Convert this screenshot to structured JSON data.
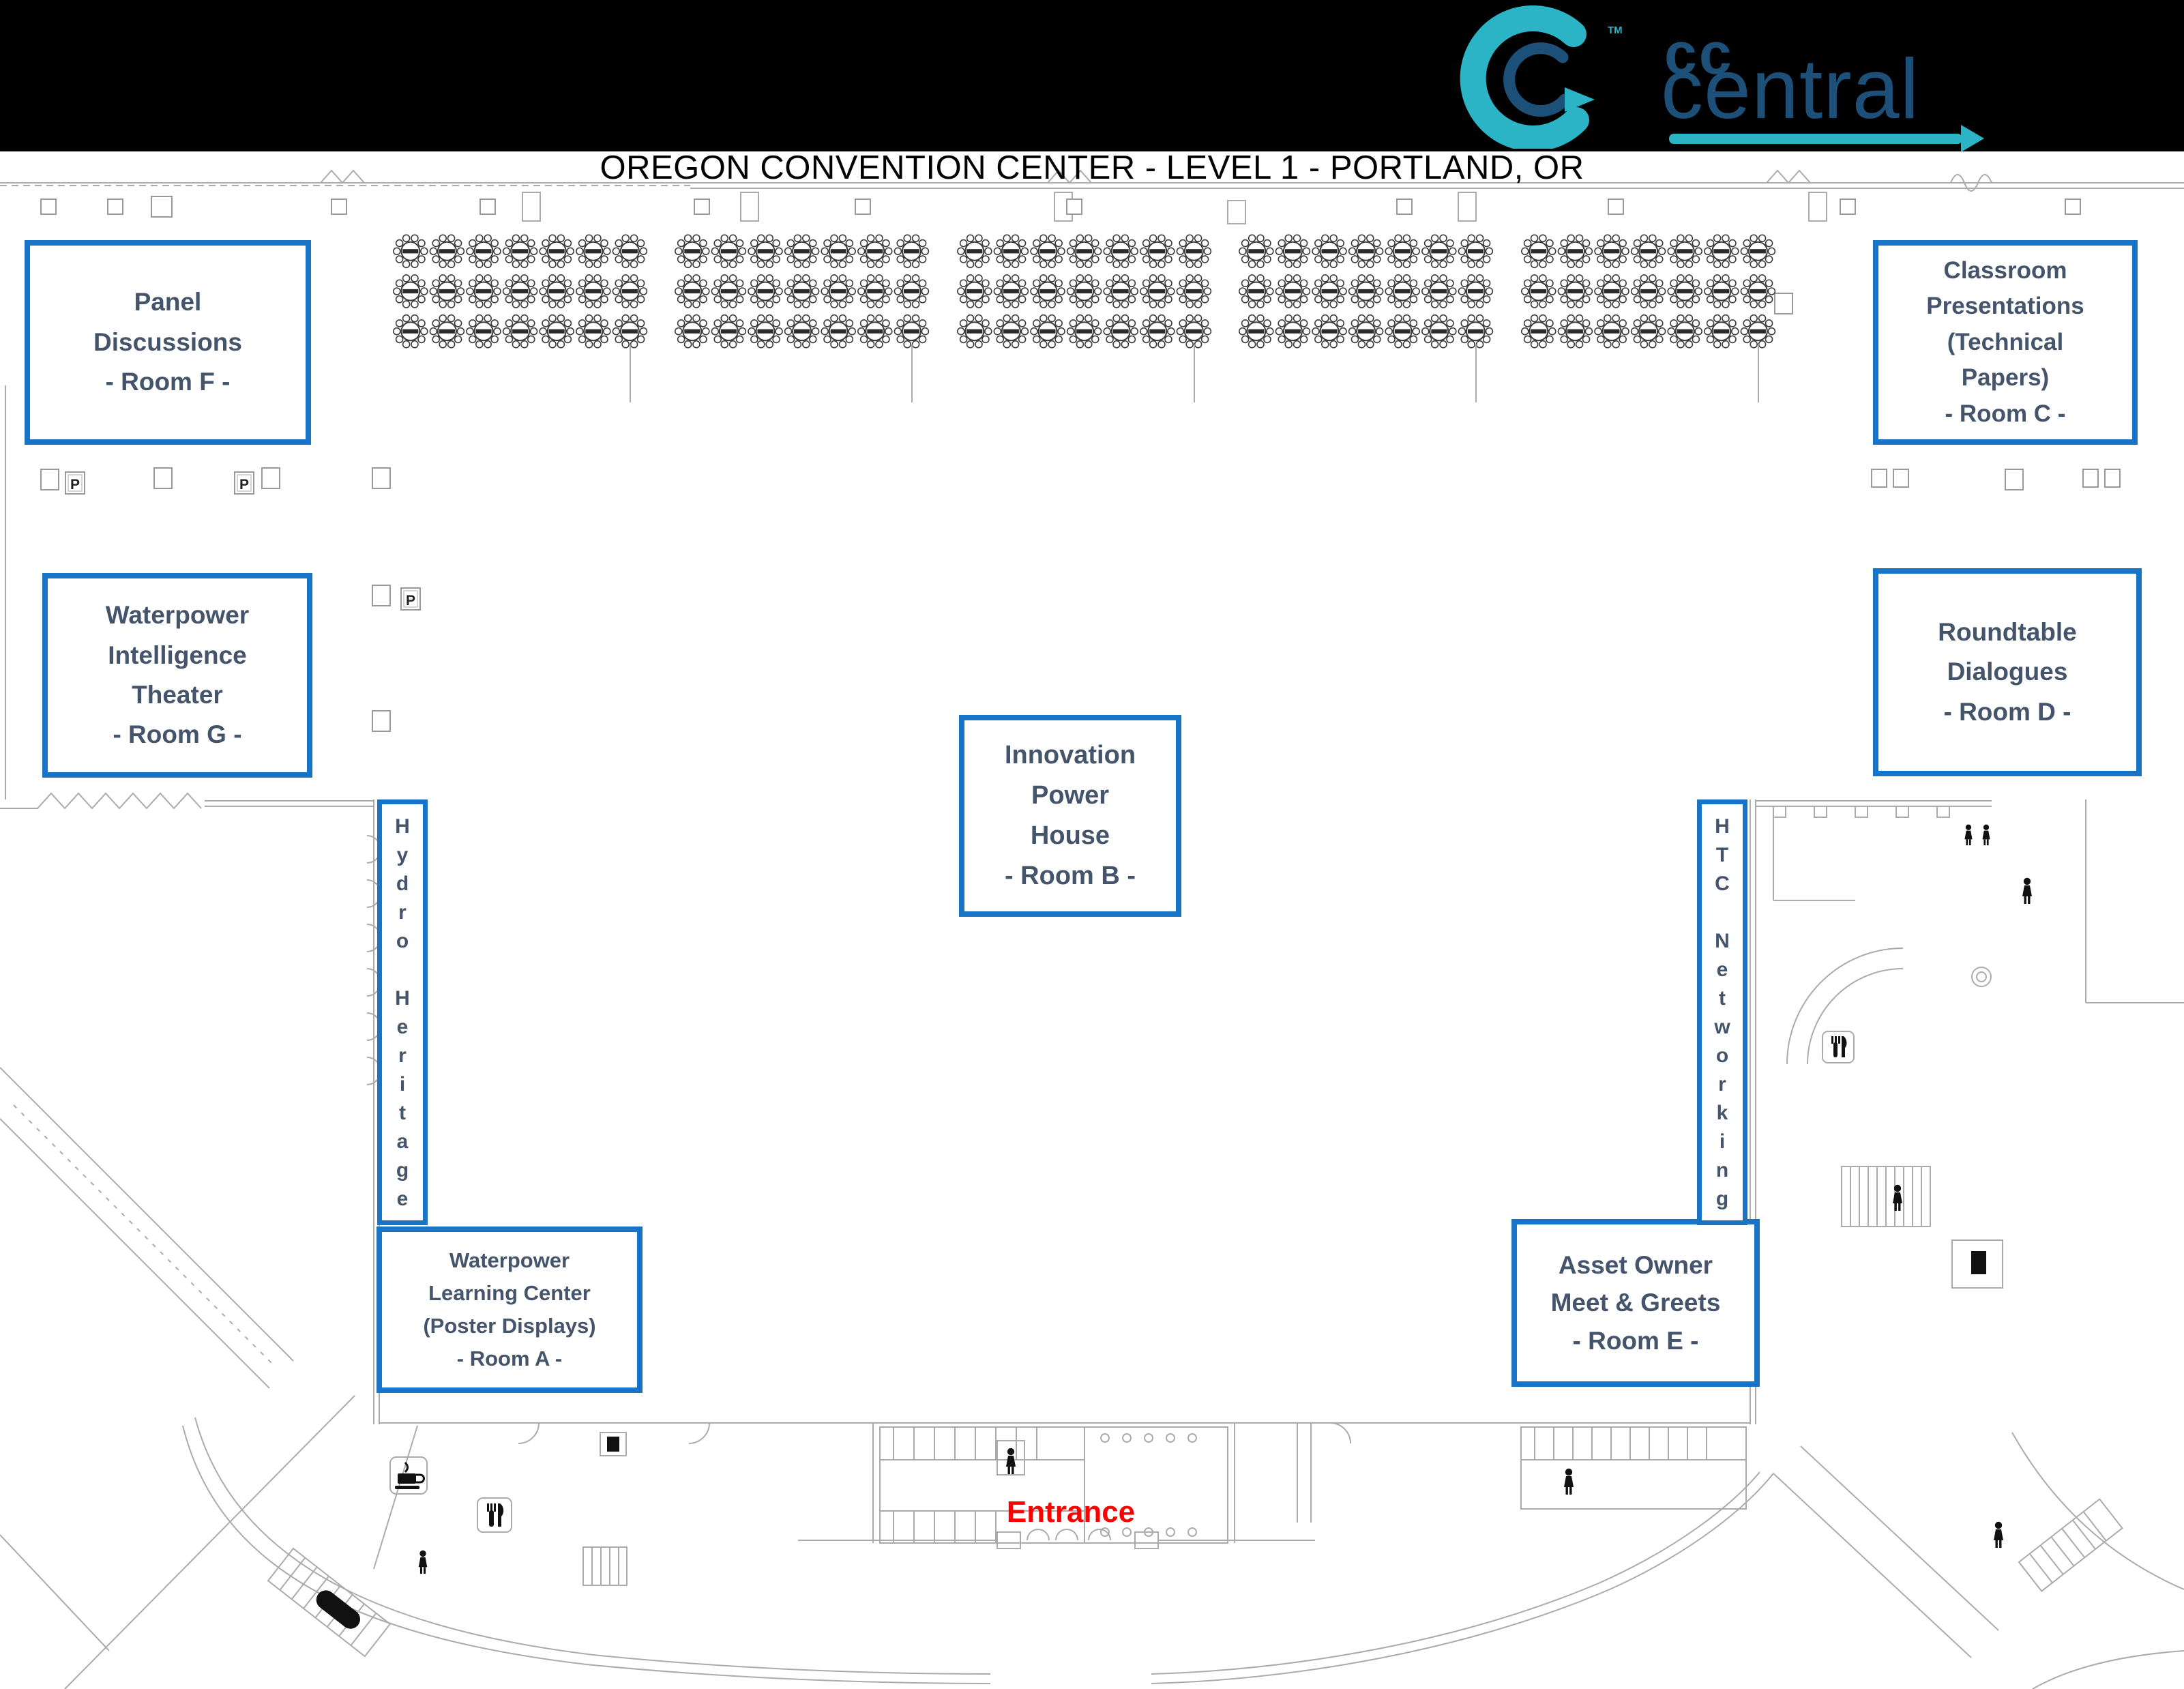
{
  "header": {
    "title": "OREGON CONVENTION CENTER - LEVEL 1 - PORTLAND, OR",
    "logo": {
      "cc": "cc",
      "central": "central",
      "tm": "TM"
    }
  },
  "colors": {
    "accent_blue": "#1874C6",
    "label_slate": "#44546A",
    "entrance_red": "#FF0000",
    "logo_teal": "#2BB3C6",
    "logo_navy": "#1D5078",
    "plan_gray": "#ABABAB"
  },
  "rooms": [
    {
      "key": "room-f",
      "label": "Panel\nDiscussions\n- Room F -"
    },
    {
      "key": "room-c",
      "label": "Classroom\nPresentations\n(Technical\nPapers)\n- Room C -"
    },
    {
      "key": "room-g",
      "label": "Waterpower\nIntelligence\nTheater\n- Room G -"
    },
    {
      "key": "room-d",
      "label": "Roundtable\nDialogues\n- Room D -"
    },
    {
      "key": "room-b",
      "label": "Innovation\nPower\nHouse\n- Room B -"
    },
    {
      "key": "room-a",
      "label": "Waterpower\nLearning Center\n(Poster Displays)\n- Room A -"
    },
    {
      "key": "room-e",
      "label": "Asset Owner\nMeet & Greets\n- Room E -"
    }
  ],
  "vertical_labels": [
    {
      "key": "hydro-heritage",
      "label": "H\ny\nd\nr\no\n\nH\ne\nr\ni\nt\na\ng\ne"
    },
    {
      "key": "htc-networking",
      "label": "H\nT\nC\n\nN\ne\nt\nw\no\nr\nk\ni\nn\ng"
    }
  ],
  "entrance_label": "Entrance",
  "markers": {
    "parking": "P"
  },
  "tables": {
    "groups": 5,
    "columns": 7,
    "rows": 3
  }
}
